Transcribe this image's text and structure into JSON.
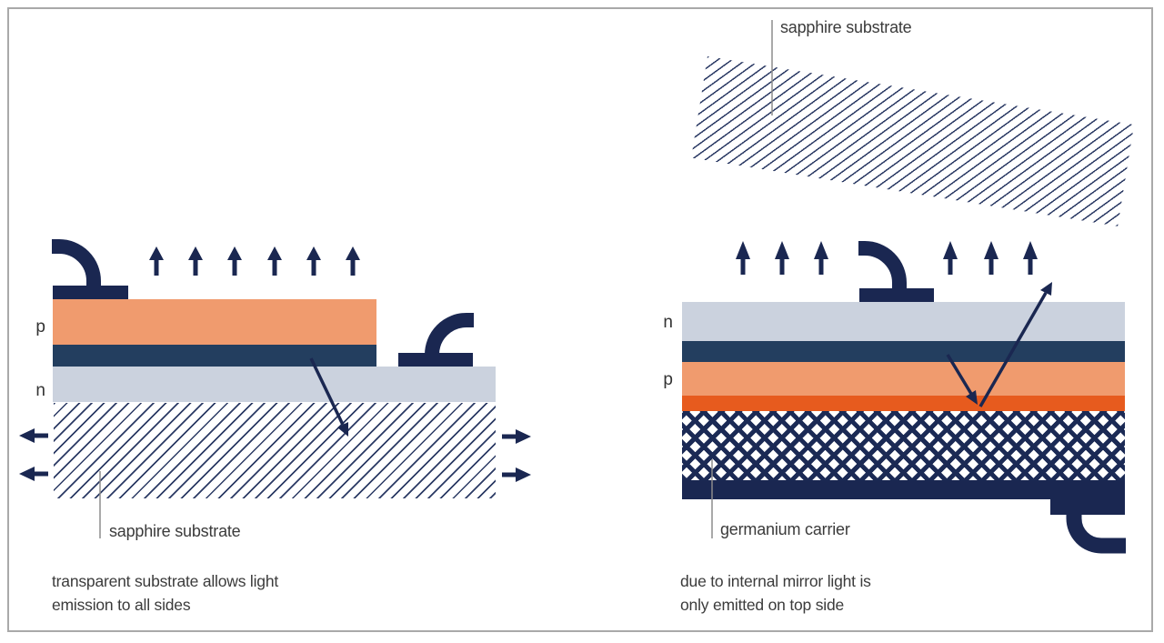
{
  "figure": {
    "left_panel": {
      "label_p": "p",
      "label_n": "n",
      "substrate_label": "sapphire substrate",
      "caption": "transparent substrate allows light\nemission to all sides"
    },
    "right_panel": {
      "label_n": "n",
      "label_p": "p",
      "substrate_label": "sapphire substrate",
      "carrier_label": "germanium carrier",
      "caption": "due to internal mirror light is\nonly emitted on top side"
    },
    "colors": {
      "contact_navy": "#1a2751",
      "active_layer": "#233e5f",
      "p_layer_orange": "#f09b6e",
      "mirror_contact_red": "#e75b1e",
      "n_layer_gray": "#cbd2de",
      "hatch_line": "#2b3a64",
      "frame_border": "#a9a9a9",
      "label_line": "#8c8c8c",
      "text": "#3b3b3b"
    }
  }
}
